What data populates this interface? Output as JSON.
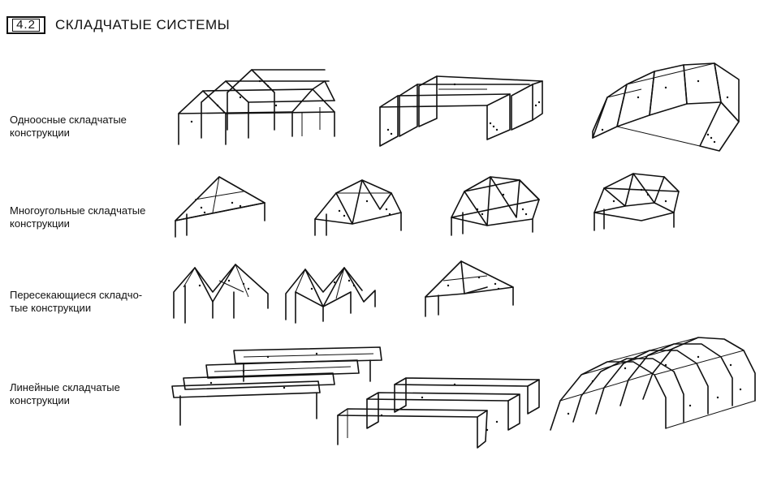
{
  "header": {
    "section_number": "4.2",
    "title": "СКЛАДЧАТЫЕ СИСТЕМЫ"
  },
  "rows": [
    {
      "label_line1": "Одноосные складчатые",
      "label_line2": "конструкции"
    },
    {
      "label_line1": "Многоугольные складчатые",
      "label_line2": "конструкции"
    },
    {
      "label_line1": "Пересекающиеся складчо-",
      "label_line2": "тые конструкции"
    },
    {
      "label_line1": "Линейные складчатые",
      "label_line2": "конструкции"
    }
  ],
  "colors": {
    "ink": "#111111",
    "paper": "#ffffff"
  }
}
